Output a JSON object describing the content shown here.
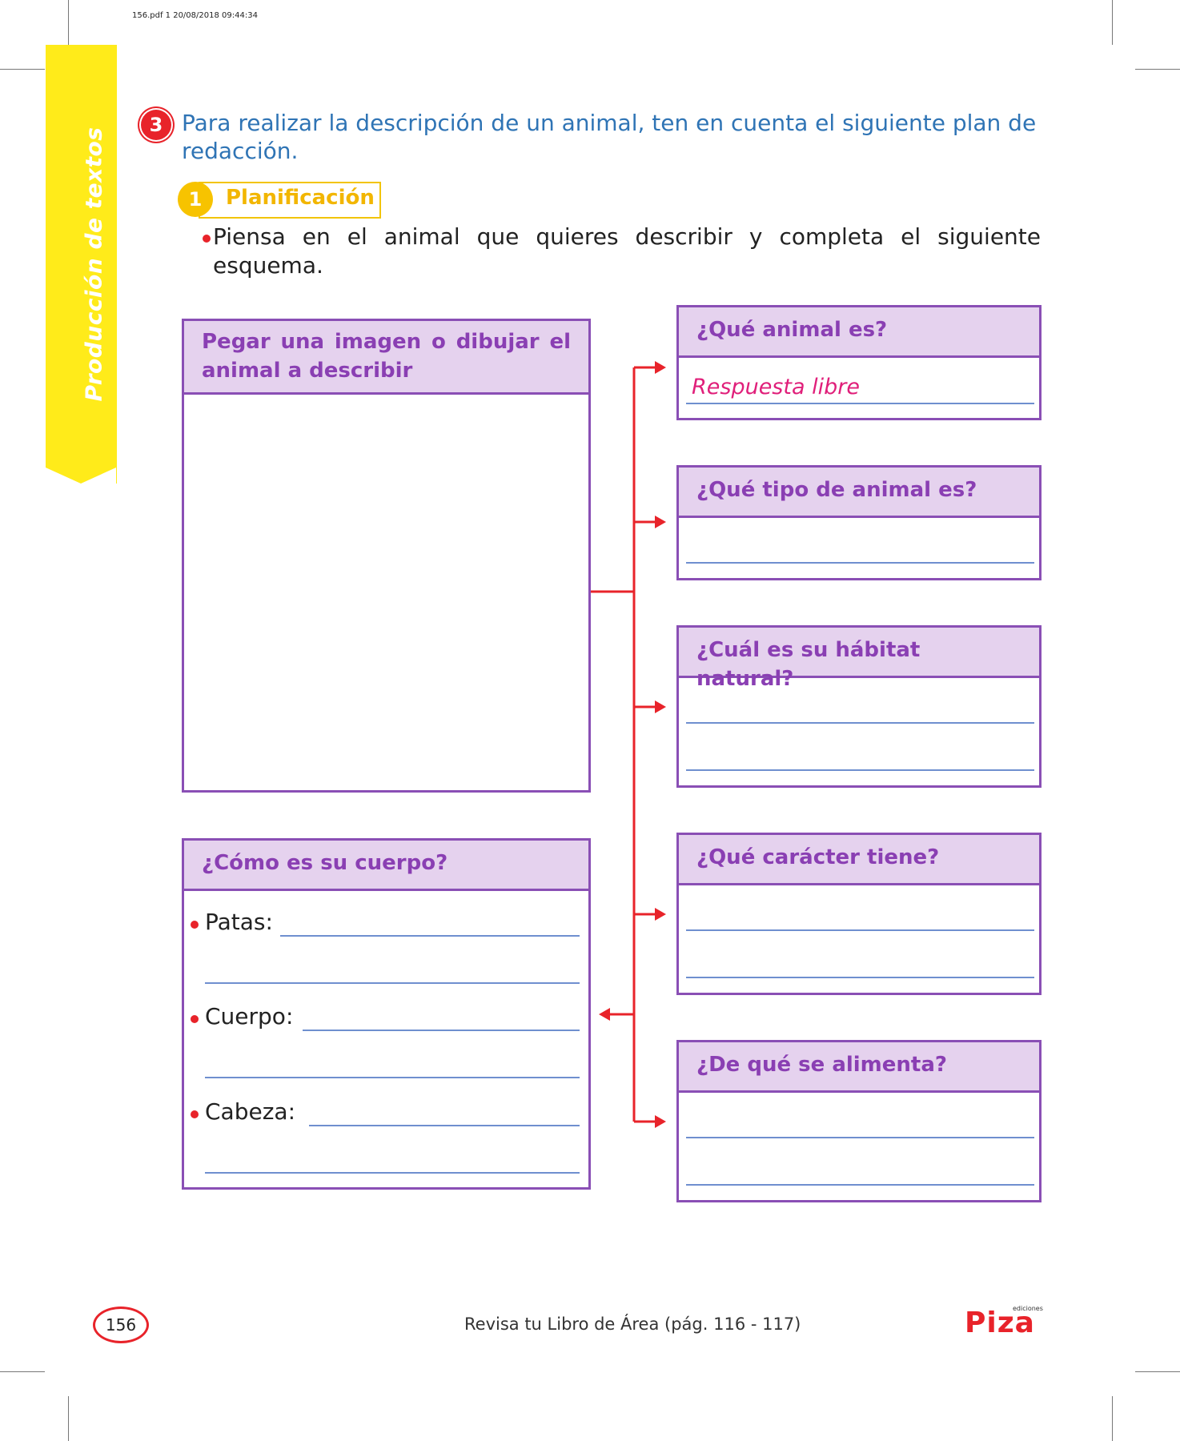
{
  "print_slug": "156.pdf  1  20/08/2018  09:44:34",
  "side_tab": "Producción de textos",
  "activity": {
    "number": "3",
    "instruction": "Para realizar la descripción de un animal, ten en cuenta el siguiente plan de redacción."
  },
  "step": {
    "number": "1",
    "label": "Planificación"
  },
  "bullet_instruction": "Piensa en el animal que quieres describir y completa el siguiente esquema.",
  "image_box": {
    "title": "Pegar una imagen o dibujar el animal a describir"
  },
  "body_box": {
    "title": "¿Cómo es su cuerpo?",
    "items": [
      "Patas:",
      "Cuerpo:",
      "Cabeza:"
    ]
  },
  "questions": [
    {
      "title": "¿Qué animal es?",
      "answer": "Respuesta libre"
    },
    {
      "title": "¿Qué tipo de animal es?"
    },
    {
      "title": "¿Cuál es su hábitat natural?"
    },
    {
      "title": "¿Qué carácter tiene?"
    },
    {
      "title": "¿De qué se alimenta?"
    }
  ],
  "footer": {
    "page_number": "156",
    "reference": "Revisa tu Libro de Área (pág. 116 - 117)",
    "logo_main": "Piza",
    "logo_small": "ediciones"
  },
  "colors": {
    "purple_border": "#8a4fb5",
    "purple_header": "#e5d2ee",
    "red_accent": "#e8232a",
    "yellow_ribbon": "#ffeb1a",
    "blue_text": "#2f74b5",
    "answer_pink": "#e01f7a",
    "line_blue": "#6f8fcf"
  }
}
